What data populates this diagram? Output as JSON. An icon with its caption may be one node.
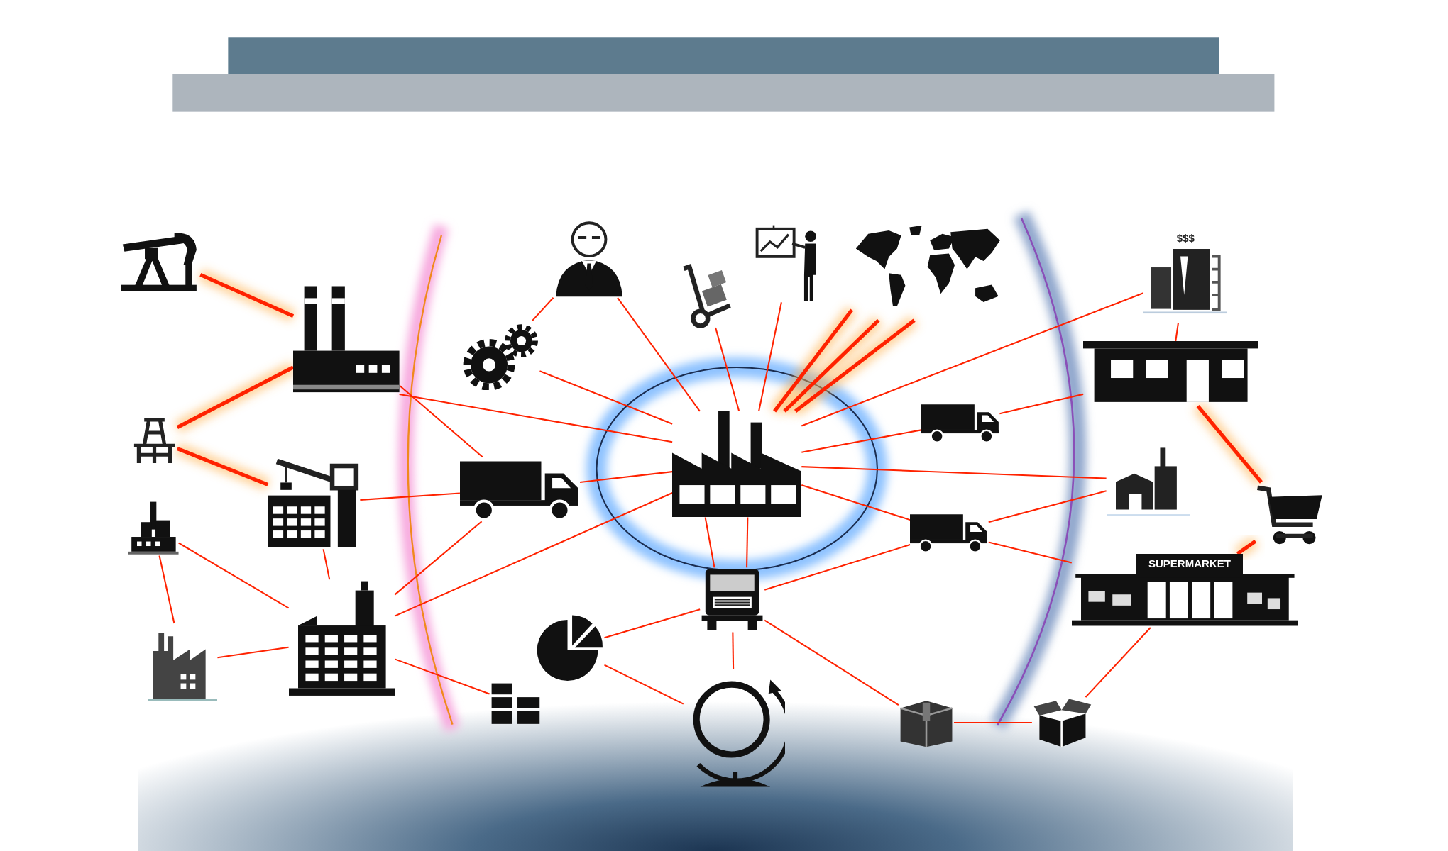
{
  "diagram": {
    "nodes": [
      {
        "text": [],
        "shape": "picture"
      },
      {
        "text": [],
        "shape": "picture"
      },
      {
        "text": [],
        "shape": "picture"
      },
      {
        "text": [],
        "shape": "picture"
      },
      {
        "text": [],
        "shape": "picture"
      },
      {
        "text": [],
        "shape": "picture"
      },
      {
        "text": [],
        "shape": "picture"
      },
      {
        "text": [],
        "shape": "picture"
      },
      {
        "text": [],
        "shape": "picture"
      },
      {
        "text": [],
        "shape": "picture"
      },
      {
        "text": [],
        "shape": "picture"
      },
      {
        "text": [],
        "shape": "picture"
      },
      {
        "text": [],
        "shape": "picture"
      },
      {
        "text": [],
        "shape": "picture"
      },
      {
        "text": [],
        "shape": "picture"
      },
      {
        "text": [],
        "shape": "picture"
      },
      {
        "text": [],
        "shape": "picture"
      },
      {
        "text": [],
        "shape": "picture"
      },
      {
        "text": [],
        "shape": "picture"
      },
      {
        "text": [],
        "shape": "picture"
      },
      {
        "text": [],
        "shape": "picture"
      },
      {
        "text": [],
        "shape": "picture"
      },
      {
        "text": [
          "$$$"
        ]
      },
      {
        "text": [],
        "shape": "picture"
      },
      {
        "text": [],
        "shape": "picture"
      },
      {
        "text": [],
        "shape": "picture"
      },
      {
        "text": [
          "SUPERMARKET"
        ]
      }
    ],
    "edges": [
      {
        "from": 0,
        "to": 1,
        "arrow": "none",
        "style": "thick"
      },
      {
        "from": 2,
        "to": 1,
        "arrow": "none",
        "style": "thick"
      },
      {
        "from": 2,
        "to": 3,
        "arrow": "none",
        "style": "thick"
      },
      {
        "from": 1,
        "to": 13,
        "arrow": "none"
      },
      {
        "from": 1,
        "to": 7,
        "arrow": "none"
      },
      {
        "from": 3,
        "to": 7,
        "arrow": "none"
      },
      {
        "from": 3,
        "to": 6,
        "arrow": "none"
      },
      {
        "from": 4,
        "to": 6,
        "arrow": "none"
      },
      {
        "from": 4,
        "to": 5,
        "arrow": "none"
      },
      {
        "from": 5,
        "to": 6,
        "arrow": "none"
      },
      {
        "from": 6,
        "to": 7,
        "arrow": "none"
      },
      {
        "from": 6,
        "to": 13,
        "arrow": "none"
      },
      {
        "from": 6,
        "to": 15,
        "arrow": "none"
      },
      {
        "from": 7,
        "to": 13,
        "arrow": "none"
      },
      {
        "from": 8,
        "to": 9,
        "arrow": "none"
      },
      {
        "from": 8,
        "to": 13,
        "arrow": "none"
      },
      {
        "from": 9,
        "to": 13,
        "arrow": "none"
      },
      {
        "from": 10,
        "to": 13,
        "arrow": "none"
      },
      {
        "from": 11,
        "to": 13,
        "arrow": "none"
      },
      {
        "from": 13,
        "to": 12,
        "arrow": "none",
        "style": "thick"
      },
      {
        "from": 13,
        "to": 12,
        "arrow": "none",
        "style": "thick"
      },
      {
        "from": 13,
        "to": 12,
        "arrow": "none",
        "style": "thick"
      },
      {
        "from": 13,
        "to": 22,
        "arrow": "none"
      },
      {
        "from": 13,
        "to": 18,
        "arrow": "none"
      },
      {
        "from": 13,
        "to": 24,
        "arrow": "none"
      },
      {
        "from": 13,
        "to": 19,
        "arrow": "none"
      },
      {
        "from": 13,
        "to": 16,
        "arrow": "none"
      },
      {
        "from": 13,
        "to": 16,
        "arrow": "none"
      },
      {
        "from": 14,
        "to": 16,
        "arrow": "none"
      },
      {
        "from": 14,
        "to": 17,
        "arrow": "none"
      },
      {
        "from": 16,
        "to": 17,
        "arrow": "none"
      },
      {
        "from": 16,
        "to": 19,
        "arrow": "none"
      },
      {
        "from": 16,
        "to": 20,
        "arrow": "none"
      },
      {
        "from": 18,
        "to": 23,
        "arrow": "none"
      },
      {
        "from": 19,
        "to": 24,
        "arrow": "none"
      },
      {
        "from": 19,
        "to": 26,
        "arrow": "none"
      },
      {
        "from": 20,
        "to": 21,
        "arrow": "none"
      },
      {
        "from": 21,
        "to": 26,
        "arrow": "none"
      },
      {
        "from": 22,
        "to": 23,
        "arrow": "none"
      },
      {
        "from": 23,
        "to": 25,
        "arrow": "none",
        "style": "thick"
      },
      {
        "from": 25,
        "to": 26,
        "arrow": "none",
        "style": "thick"
      }
    ]
  }
}
